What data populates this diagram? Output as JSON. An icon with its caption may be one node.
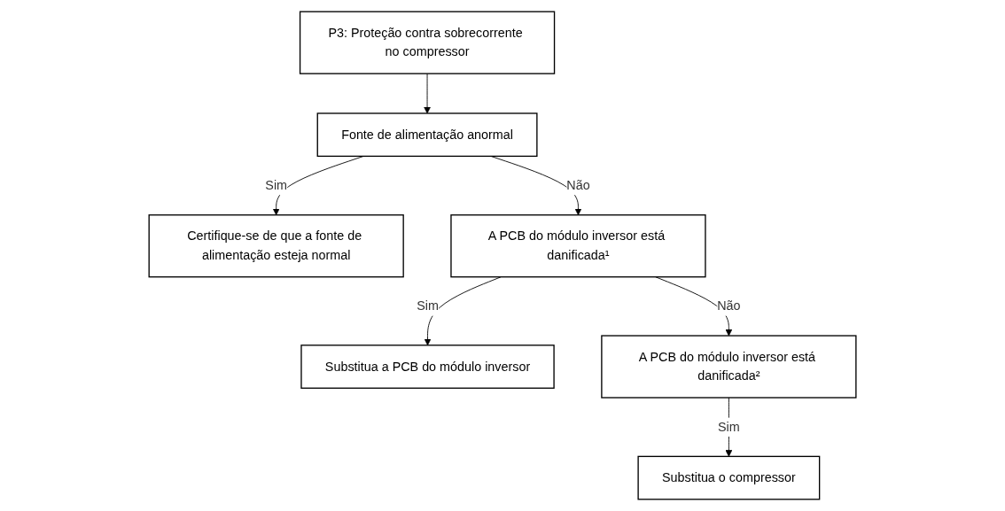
{
  "diagram": {
    "nodes": [
      {
        "text": [
          "P3: Proteção contra sobrecorrente no compressor"
        ]
      },
      {
        "text": [
          "Fonte de alimentação anormal"
        ]
      },
      {
        "text": [
          "Certifique-se de que a fonte de alimentação esteja normal"
        ]
      },
      {
        "text": [
          "A PCB do módulo inversor está danificada¹"
        ]
      },
      {
        "text": [
          "Substitua a PCB do módulo inversor"
        ]
      },
      {
        "text": [
          "A PCB do módulo inversor está danificada²"
        ]
      },
      {
        "text": [
          "Substitua o compressor"
        ]
      }
    ],
    "edges": [
      {
        "from": 0,
        "to": 1,
        "arrow": "to"
      },
      {
        "from": 1,
        "to": 2,
        "arrow": "to",
        "label": "Sim"
      },
      {
        "from": 1,
        "to": 3,
        "arrow": "to",
        "label": "Não"
      },
      {
        "from": 3,
        "to": 4,
        "arrow": "to",
        "label": "Sim"
      },
      {
        "from": 3,
        "to": 5,
        "arrow": "to",
        "label": "Não"
      },
      {
        "from": 5,
        "to": 6,
        "arrow": "to",
        "label": "Sim"
      }
    ]
  }
}
